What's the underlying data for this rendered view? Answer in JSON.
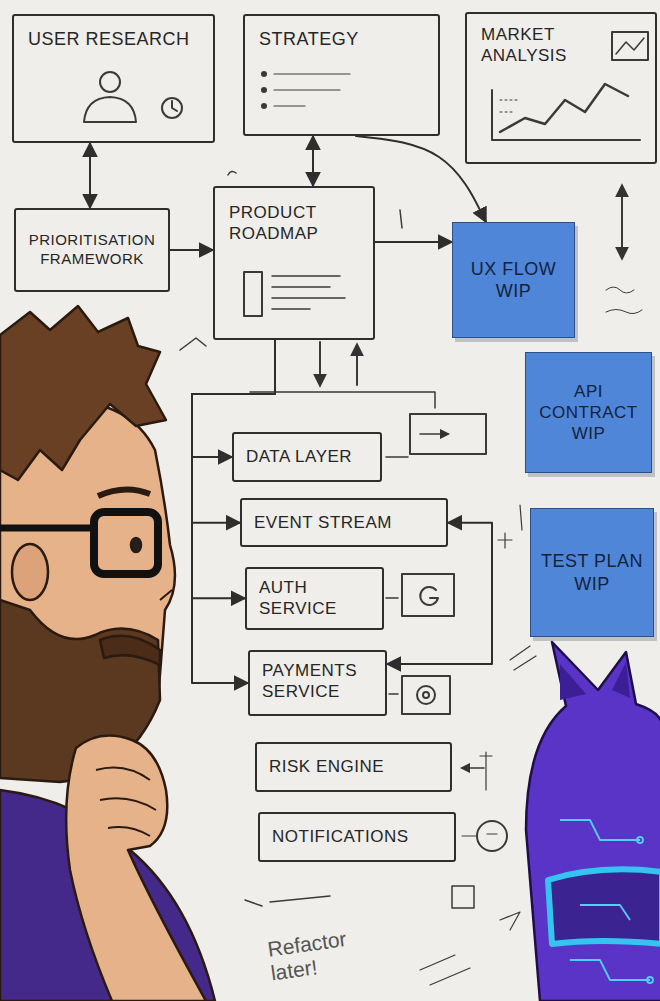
{
  "diagram": {
    "nodes": [
      {
        "text": [
          "USER RESEARCH"
        ]
      },
      {
        "text": [
          "STRATEGY"
        ]
      },
      {
        "text": [
          "MARKET ANALYSIS"
        ]
      },
      {
        "text": [
          "PRIORITISATION FRAMEWORK"
        ]
      },
      {
        "text": [
          "PRODUCT ROADMAP"
        ]
      },
      {
        "text": [
          "UX FLOW WIP"
        ]
      },
      {
        "text": [
          "API CONTRACT WIP"
        ]
      },
      {
        "text": [
          "TEST PLAN WIP"
        ]
      },
      {
        "text": [
          "DATA LAYER"
        ]
      },
      {
        "text": [
          "EVENT STREAM"
        ]
      },
      {
        "text": [
          "AUTH SERVICE"
        ]
      },
      {
        "text": [
          "PAYMENTS SERVICE"
        ]
      },
      {
        "text": [
          "RISK ENGINE"
        ]
      },
      {
        "text": [
          "NOTIFICATIONS"
        ]
      }
    ],
    "edges": [
      {
        "from": 0,
        "to": 3,
        "arrow": "both"
      },
      {
        "from": 1,
        "to": 4,
        "arrow": "both"
      },
      {
        "from": 3,
        "to": 4,
        "arrow": "to"
      },
      {
        "from": 1,
        "to": 5,
        "arrow": "to"
      },
      {
        "from": 4,
        "to": 5,
        "arrow": "to"
      },
      {
        "from": 4,
        "to": 8,
        "arrow": "to"
      },
      {
        "from": 4,
        "to": 9,
        "arrow": "to"
      },
      {
        "from": 4,
        "to": 10,
        "arrow": "to"
      },
      {
        "from": 4,
        "to": 11,
        "arrow": "to"
      },
      {
        "from": 9,
        "to": 11,
        "arrow": "both"
      }
    ],
    "labels": [
      "Refactor later!"
    ]
  }
}
